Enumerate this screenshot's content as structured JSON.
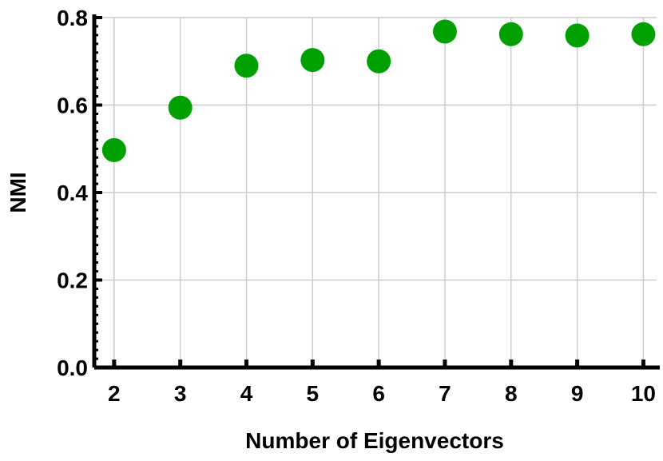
{
  "chart_data": {
    "type": "scatter",
    "title": "",
    "xlabel": "Number of Eigenvectors",
    "ylabel": "NMI",
    "x": [
      2,
      3,
      4,
      5,
      6,
      7,
      8,
      9,
      10
    ],
    "y": [
      0.497,
      0.594,
      0.69,
      0.703,
      0.7,
      0.768,
      0.762,
      0.759,
      0.762
    ],
    "xlim": [
      1.7,
      10.2
    ],
    "ylim": [
      0,
      0.8
    ],
    "x_ticks": [
      "2",
      "3",
      "4",
      "5",
      "6",
      "7",
      "8",
      "9",
      "10"
    ],
    "y_ticks": [
      "0.0",
      "0.2",
      "0.4",
      "0.6",
      "0.8"
    ],
    "grid": true,
    "legend": "none",
    "colors": {
      "points": "#00a000",
      "grid": "#cccccc",
      "axis": "#000000"
    }
  }
}
